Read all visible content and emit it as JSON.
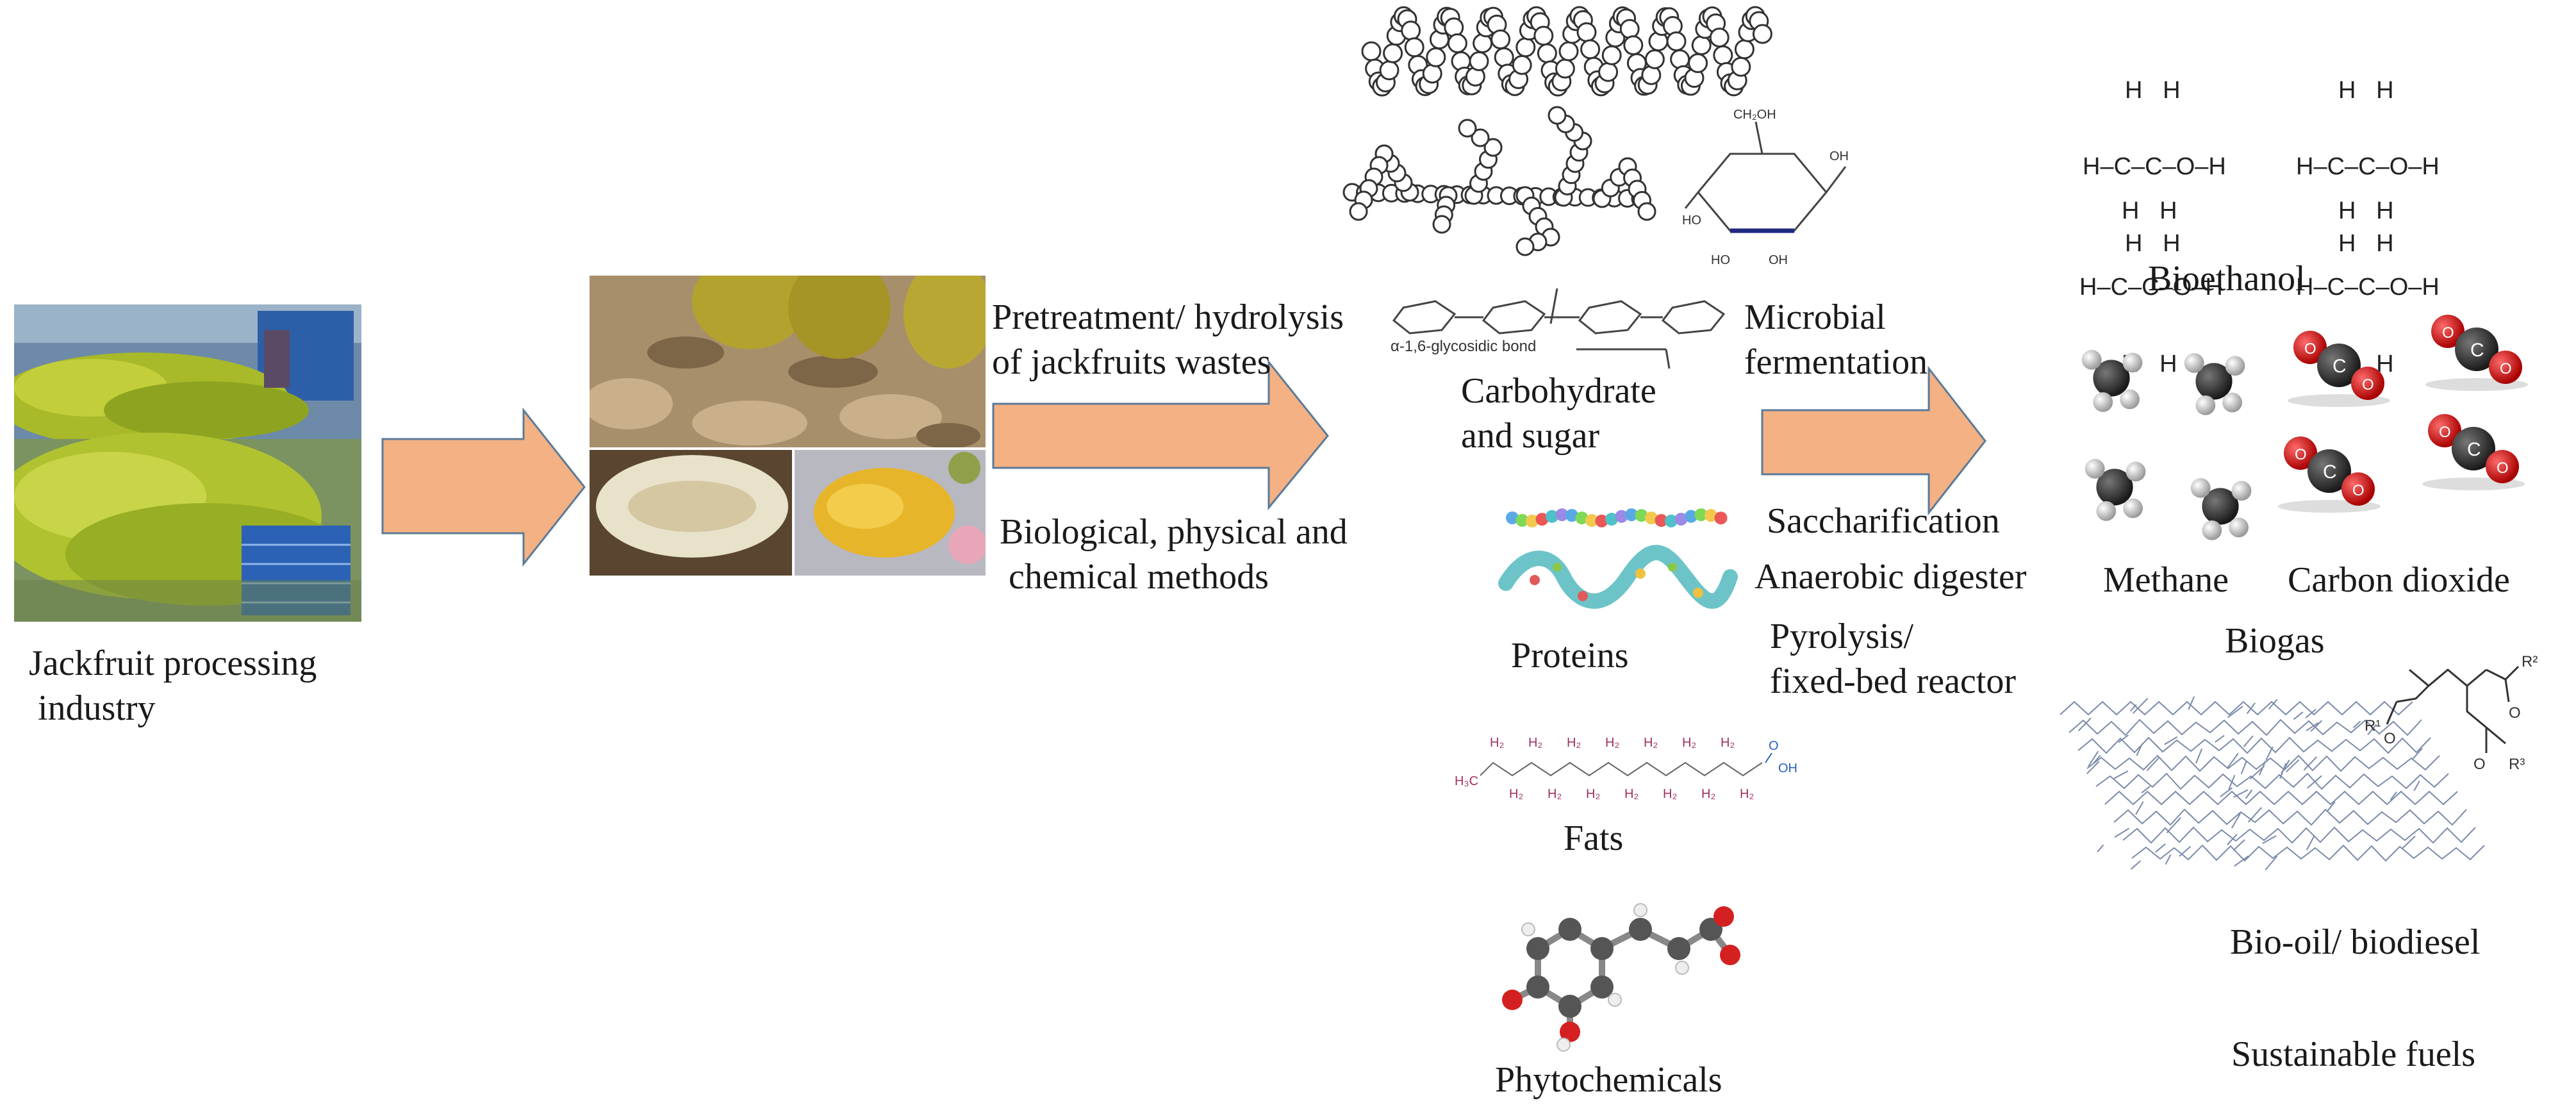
{
  "source": {
    "label_line1": "Jackfruit processing",
    "label_line2": "industry"
  },
  "pretreatment": {
    "label_line1": "Pretreatment/ hydrolysis",
    "label_line2": "of jackfruits wastes",
    "methods_line1": "Biological, physical and",
    "methods_line2": "chemical methods"
  },
  "components": {
    "carbohydrate_line1": "Carbohydrate",
    "carbohydrate_line2": "and sugar",
    "glycosidic_bond": "α-1,6-glycosidic bond",
    "proteins": "Proteins",
    "fats": "Fats",
    "phytochemicals": "Phytochemicals"
  },
  "conversion": {
    "fermentation_line1": "Microbial",
    "fermentation_line2": "fermentation",
    "saccharification": "Saccharification",
    "anaerobic": "Anaerobic digester",
    "pyrolysis_line1": "Pyrolysis/",
    "pyrolysis_line2": "fixed-bed reactor"
  },
  "products": {
    "bioethanol": "Bioethanol",
    "methane": "Methane",
    "carbon_dioxide": "Carbon dioxide",
    "biogas": "Biogas",
    "biooil": "Bio-oil/ biodiesel",
    "sustainable": "Sustainable fuels"
  },
  "ethanol_formula": {
    "top": "H   H",
    "mid": "H–C–C–O–H",
    "bottom": "H   H"
  },
  "colors": {
    "arrow_fill": "#f4b183",
    "arrow_stroke": "#5b7a99",
    "jackfruit_green": "#9fb52a",
    "bin_blue": "#2c62b5"
  }
}
